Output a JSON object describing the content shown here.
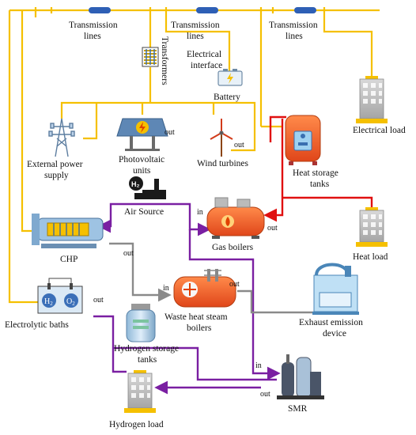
{
  "colors": {
    "electric": "#f5c000",
    "heat": "#e01010",
    "gas": "#7a1fa2",
    "exhaust": "#8a8a8a"
  },
  "labels": {
    "transmission_lines_1": [
      "Transmission",
      "lines"
    ],
    "transmission_lines_2": [
      "Transmission",
      "lines"
    ],
    "transmission_lines_3": [
      "Transmission",
      "lines"
    ],
    "transformers": "Transformers",
    "electrical_interface": [
      "Electrical",
      "interface"
    ],
    "battery": "Battery",
    "electrical_load": "Electrical load",
    "external_power_supply": [
      "External power",
      "supply"
    ],
    "photovoltaic_units": [
      "Photovoltaic",
      "units"
    ],
    "wind_turbines": "Wind turbines",
    "heat_storage_tanks": [
      "Heat storage",
      "tanks"
    ],
    "air_source": "Air Source",
    "gas_boilers": "Gas boilers",
    "heat_load": "Heat load",
    "chp": "CHP",
    "waste_heat_steam_boilers": [
      "Waste heat steam",
      "boilers"
    ],
    "exhaust_emission_device": [
      "Exhaust emission",
      "device"
    ],
    "electrolytic_baths": "Electrolytic baths",
    "hydrogen_storage_tanks": [
      "Hydrogen storage",
      "tanks"
    ],
    "hydrogen_load": "Hydrogen load",
    "smr": "SMR",
    "h2": "H",
    "o2": "O",
    "sub2": "2"
  },
  "ports": {
    "pv_out": "out",
    "wind_out": "out",
    "gas_in": "in",
    "gas_out": "out",
    "chp_out": "out",
    "whsb_in": "in",
    "whsb_out": "out",
    "elec_out": "out",
    "smr_in": "in",
    "smr_out": "out"
  },
  "icons": [
    "transmission-line-icon",
    "transformer-icon",
    "battery-icon",
    "building-icon",
    "power-pylon-icon",
    "solar-panel-icon",
    "wind-turbine-icon",
    "heat-tank-icon",
    "h2-source-icon",
    "gas-boiler-icon",
    "turbine-icon",
    "steam-boiler-icon",
    "chimney-icon",
    "electrolyzer-icon",
    "hydrogen-tank-icon",
    "smr-plant-icon"
  ]
}
